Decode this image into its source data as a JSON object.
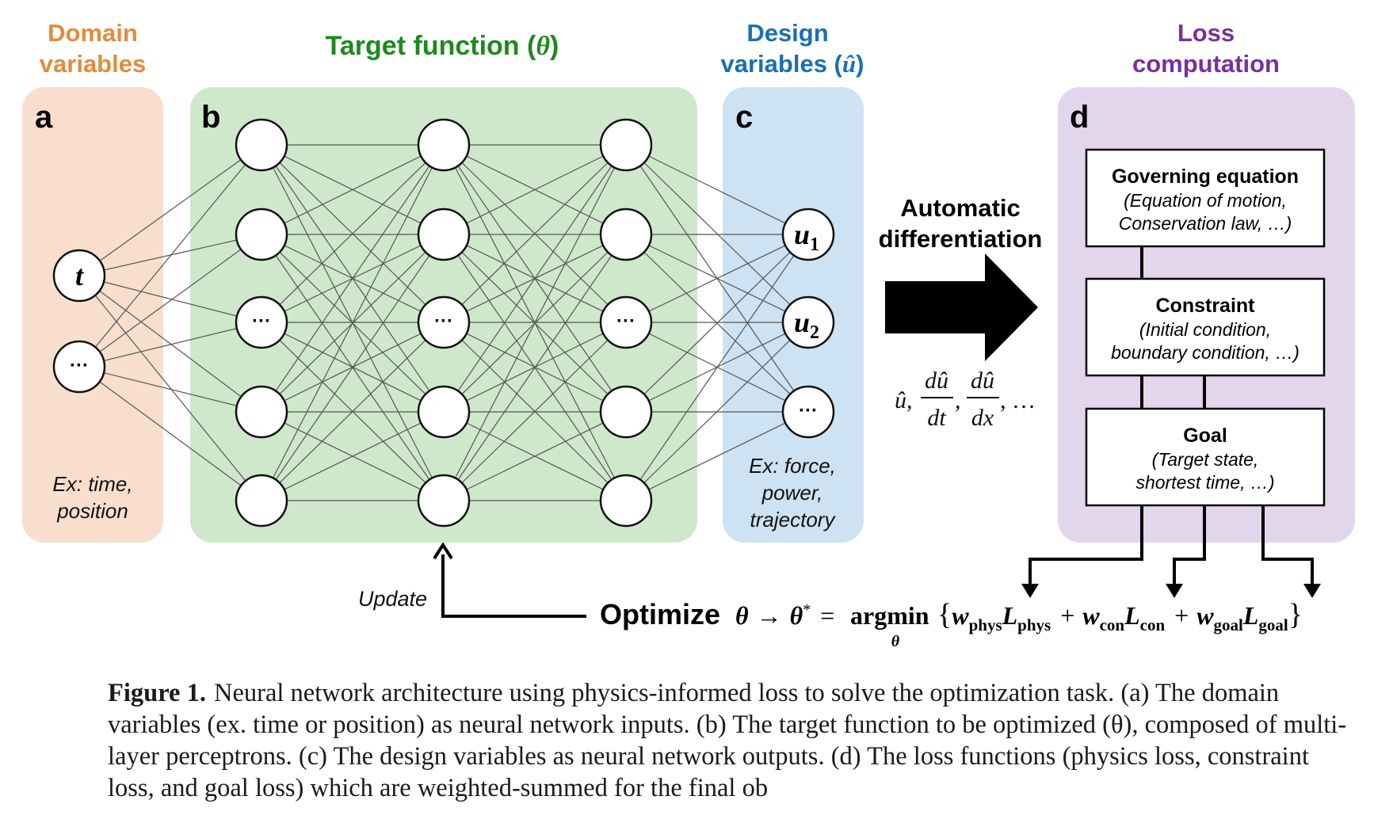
{
  "columns": {
    "a": {
      "header_line1": "Domain",
      "header_line2": "variables",
      "letter": "a",
      "example_line1": "Ex: time,",
      "example_line2": "position",
      "color": "#e38b3e",
      "bg": "#f9dece"
    },
    "b": {
      "header": "Target function (",
      "header_sym": "θ",
      "header_close": ")",
      "letter": "b",
      "color": "#1e8a1e",
      "bg": "#cfe8cc"
    },
    "c": {
      "header_line1": "Design",
      "header_line2": "variables (",
      "header_sym": "û",
      "header_close": ")",
      "letter": "c",
      "example_line1": "Ex: force,",
      "example_line2": "power,",
      "example_line3": "trajectory",
      "color": "#1a6fb5",
      "bg": "#cde2f2"
    },
    "d": {
      "header_line1": "Loss",
      "header_line2": "computation",
      "letter": "d",
      "color": "#7a2ea0",
      "bg": "#e2d6ec"
    }
  },
  "network": {
    "input_nodes": [
      "t",
      "···"
    ],
    "hidden_layers": [
      [
        "",
        "",
        "···",
        "",
        ""
      ],
      [
        "",
        "",
        "···",
        "",
        ""
      ],
      [
        "",
        "",
        "···",
        "",
        ""
      ]
    ],
    "output_nodes": [
      "u1",
      "u2",
      "···"
    ],
    "output_labels": [
      {
        "base": "u",
        "sub": "1"
      },
      {
        "base": "u",
        "sub": "2"
      },
      {
        "base": "···",
        "sub": ""
      }
    ]
  },
  "autodiff": {
    "title_line1": "Automatic",
    "title_line2": "differentiation",
    "u_hat": "û,",
    "frac1_num": "dû",
    "frac1_den": "dt",
    "frac2_num": "dû",
    "frac2_den": "dx",
    "tail": ", …",
    "comma": ","
  },
  "loss_boxes": [
    {
      "title": "Governing equation",
      "line1": "(Equation of motion,",
      "line2": "Conservation law, …)"
    },
    {
      "title": "Constraint",
      "line1": "(Initial condition,",
      "line2": "boundary condition, …)"
    },
    {
      "title": "Goal",
      "line1": "(Target state,",
      "line2": "shortest time, …)"
    }
  ],
  "update_label": "Update",
  "optimize": {
    "word": "Optimize",
    "theta": "θ",
    "arrow": "→",
    "theta_star": "θ",
    "star": "*",
    "equals": "=",
    "argmin": "argmin",
    "argmin_sub": "θ",
    "open": "{",
    "close": "}",
    "terms": [
      {
        "w": "w",
        "w_sub": "phys",
        "l": "L",
        "l_sub": "phys"
      },
      {
        "w": "w",
        "w_sub": "con",
        "l": "L",
        "l_sub": "con"
      },
      {
        "w": "w",
        "w_sub": "goal",
        "l": "L",
        "l_sub": "goal"
      }
    ],
    "plus": "+"
  },
  "caption": {
    "label": "Figure 1.",
    "text": "Neural network architecture using physics-informed loss to solve the optimization task. (a) The domain variables (ex. time or position) as neural network inputs. (b) The target function to be optimized (θ), composed of multi-layer perceptrons. (c) The design variables as neural network outputs. (d) The loss functions (physics loss, constraint loss, and goal loss) which are weighted-summed for the final ob"
  }
}
